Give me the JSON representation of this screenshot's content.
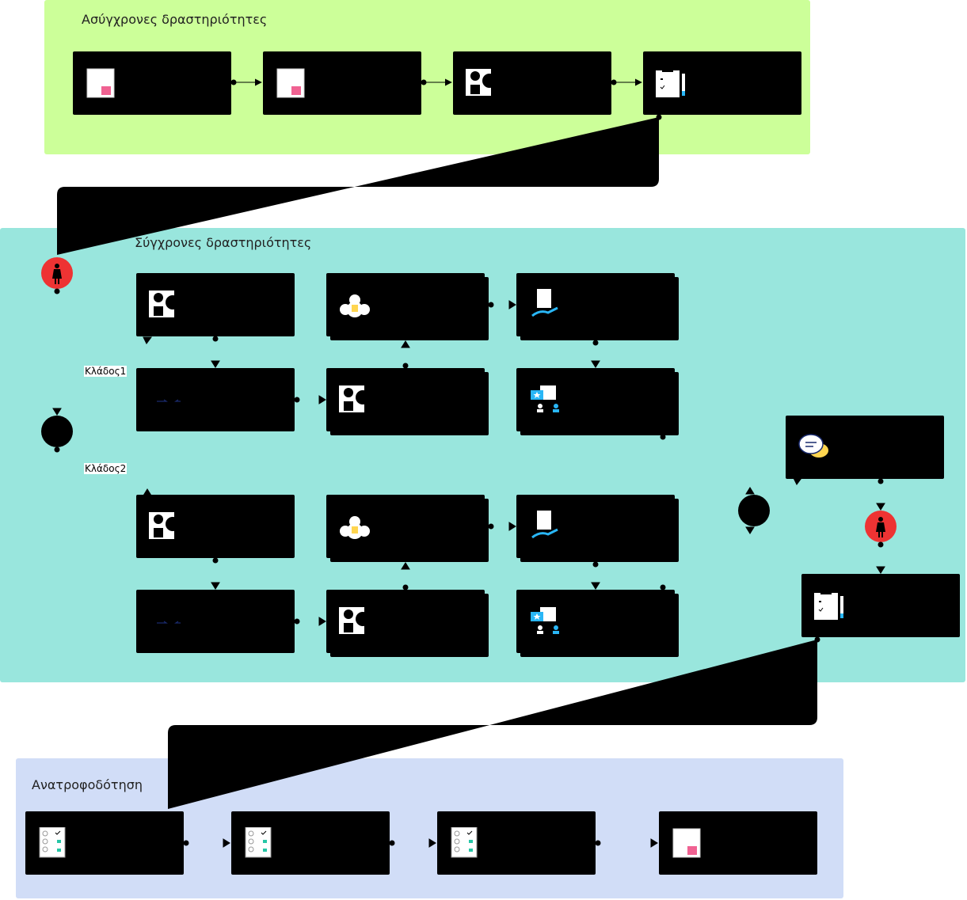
{
  "regions": {
    "async": {
      "title": "Ασύγχρονες δραστηριότητες",
      "color": "#ccff99"
    },
    "sync": {
      "title": "Σύγχρονες δραστηριότητες",
      "color": "#99e6dd"
    },
    "feedback": {
      "title": "Ανατροφοδότηση",
      "color": "#d1ddf7"
    }
  },
  "branches": {
    "branch1": "Κλάδος1",
    "branch2": "Κλάδος2"
  },
  "colors": {
    "start_node": "#ee3333",
    "decision_node": "#000000",
    "box": "#000000",
    "accent_pink": "#f06292",
    "accent_blue": "#29b6f6",
    "accent_yellow": "#ffd54f",
    "accent_green": "#26c6a6"
  },
  "icons": {
    "document": "document-pink-icon",
    "shapes": "shapes-icon",
    "clipboard": "clipboard-pencil-icon",
    "group": "group-discussion-icon",
    "hand_document": "hand-document-icon",
    "swap": "swap-arrows-icon",
    "presentation": "presentation-people-icon",
    "chat": "chat-bubbles-icon",
    "checklist": "checklist-icon",
    "person": "person-icon"
  }
}
